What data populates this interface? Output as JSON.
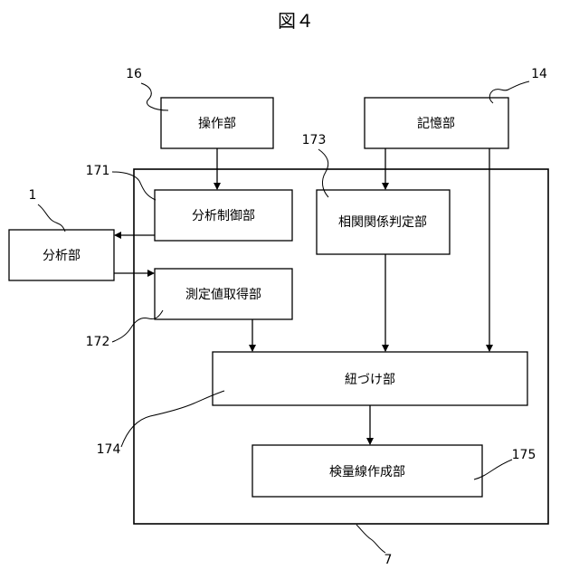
{
  "figure_title": "図４",
  "boxes": {
    "operation": "操作部",
    "storage": "記憶部",
    "analysis_control": "分析制御部",
    "correlation_judgment": "相関関係判定部",
    "analyzer": "分析部",
    "measurement_acquisition": "測定値取得部",
    "linking": "紐づけ部",
    "calibration_creation": "検量線作成部"
  },
  "refs": {
    "operation": "16",
    "storage": "14",
    "analysis_control": "171",
    "correlation_judgment": "173",
    "analyzer": "1",
    "measurement_acquisition": "172",
    "linking": "174",
    "calibration_creation": "175",
    "device": "7"
  }
}
